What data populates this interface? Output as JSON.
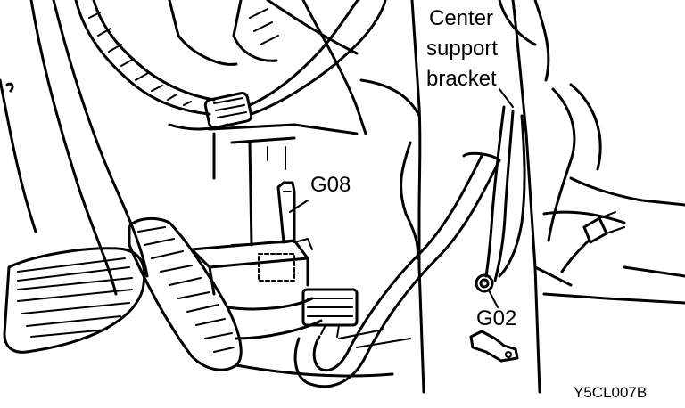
{
  "labels": {
    "center_support_line1": "Center",
    "center_support_line2": "support",
    "center_support_line3": "bracket",
    "ground_g08": "G08",
    "ground_g02": "G02",
    "figure_code": "Y5CL007B"
  },
  "colors": {
    "ink": "#000000",
    "background": "#ffffff"
  }
}
